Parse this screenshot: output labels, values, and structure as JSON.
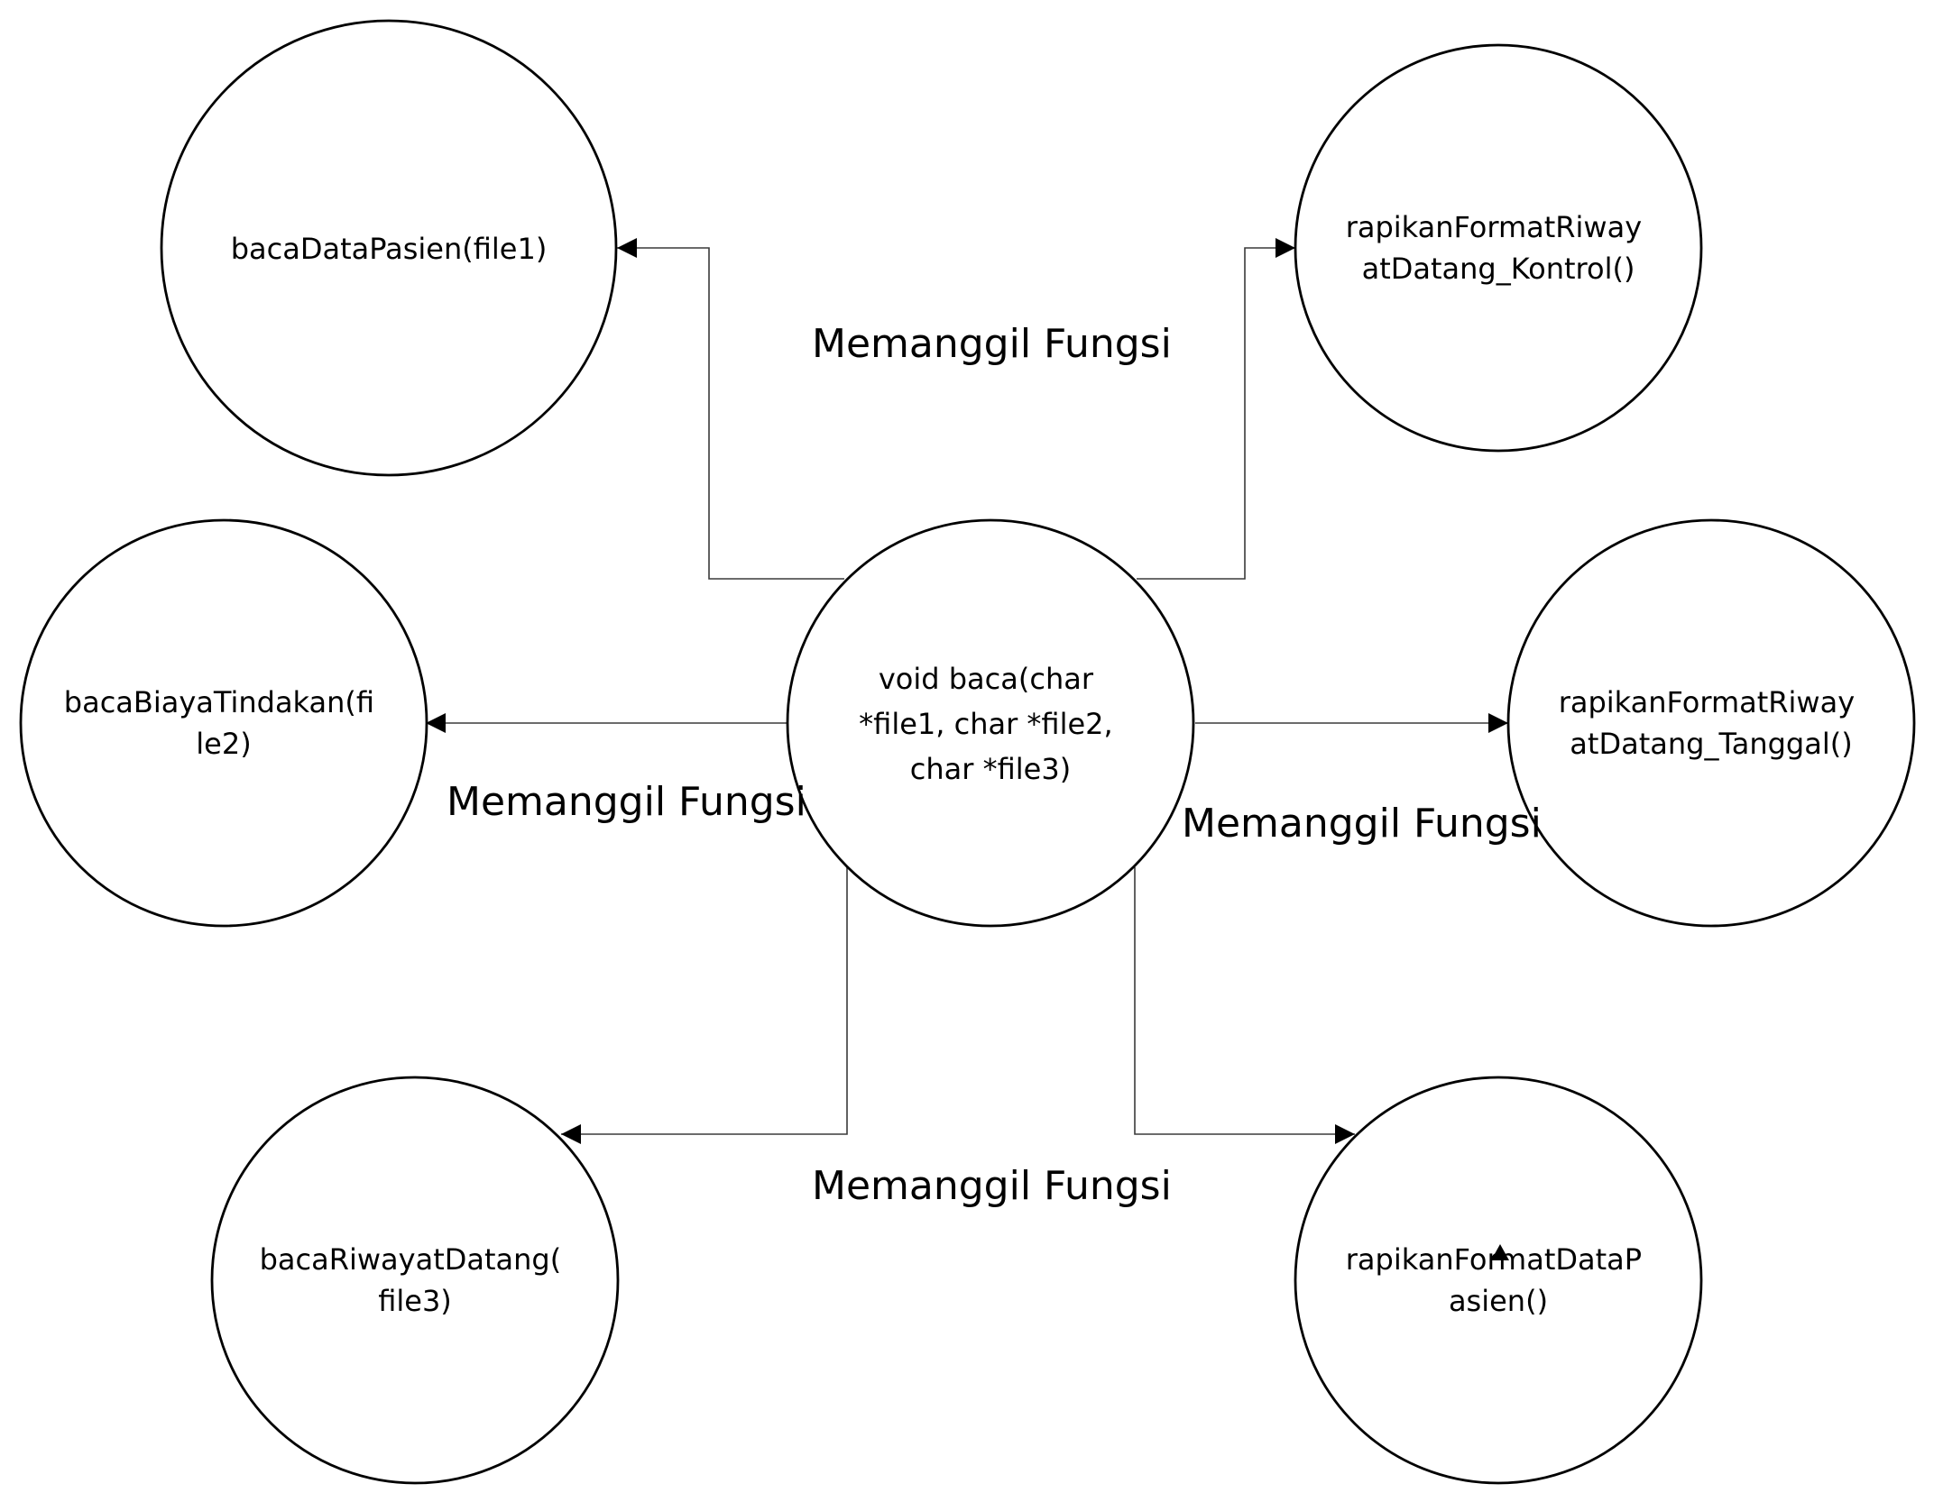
{
  "nodes": {
    "center": {
      "lines": [
        "void baca(char",
        "*file1, char *file2,",
        "char *file3)"
      ]
    },
    "pasien": {
      "lines": [
        "bacaDataPasien(file1)"
      ]
    },
    "biaya": {
      "lines": [
        "bacaBiayaTindakan(fi",
        "le2)"
      ]
    },
    "riwayat": {
      "lines": [
        "bacaRiwayatDatang(",
        "file3)"
      ]
    },
    "kontrol": {
      "lines": [
        "rapikanFormatRiway",
        "atDatang_Kontrol()"
      ]
    },
    "tanggal": {
      "lines": [
        "rapikanFormatRiway",
        "atDatang_Tanggal()"
      ]
    },
    "format": {
      "lines": [
        "rapikanFormatDataP",
        "asien()"
      ]
    }
  },
  "labels": {
    "top": "Memanggil Fungsi",
    "left": "Memanggil Fungsi",
    "right": "Memanggil Fungsi",
    "bottom": "Memanggil Fungsi"
  },
  "colors": {
    "stroke": "#000000",
    "connector": "#3a3a3a",
    "background": "#ffffff"
  }
}
